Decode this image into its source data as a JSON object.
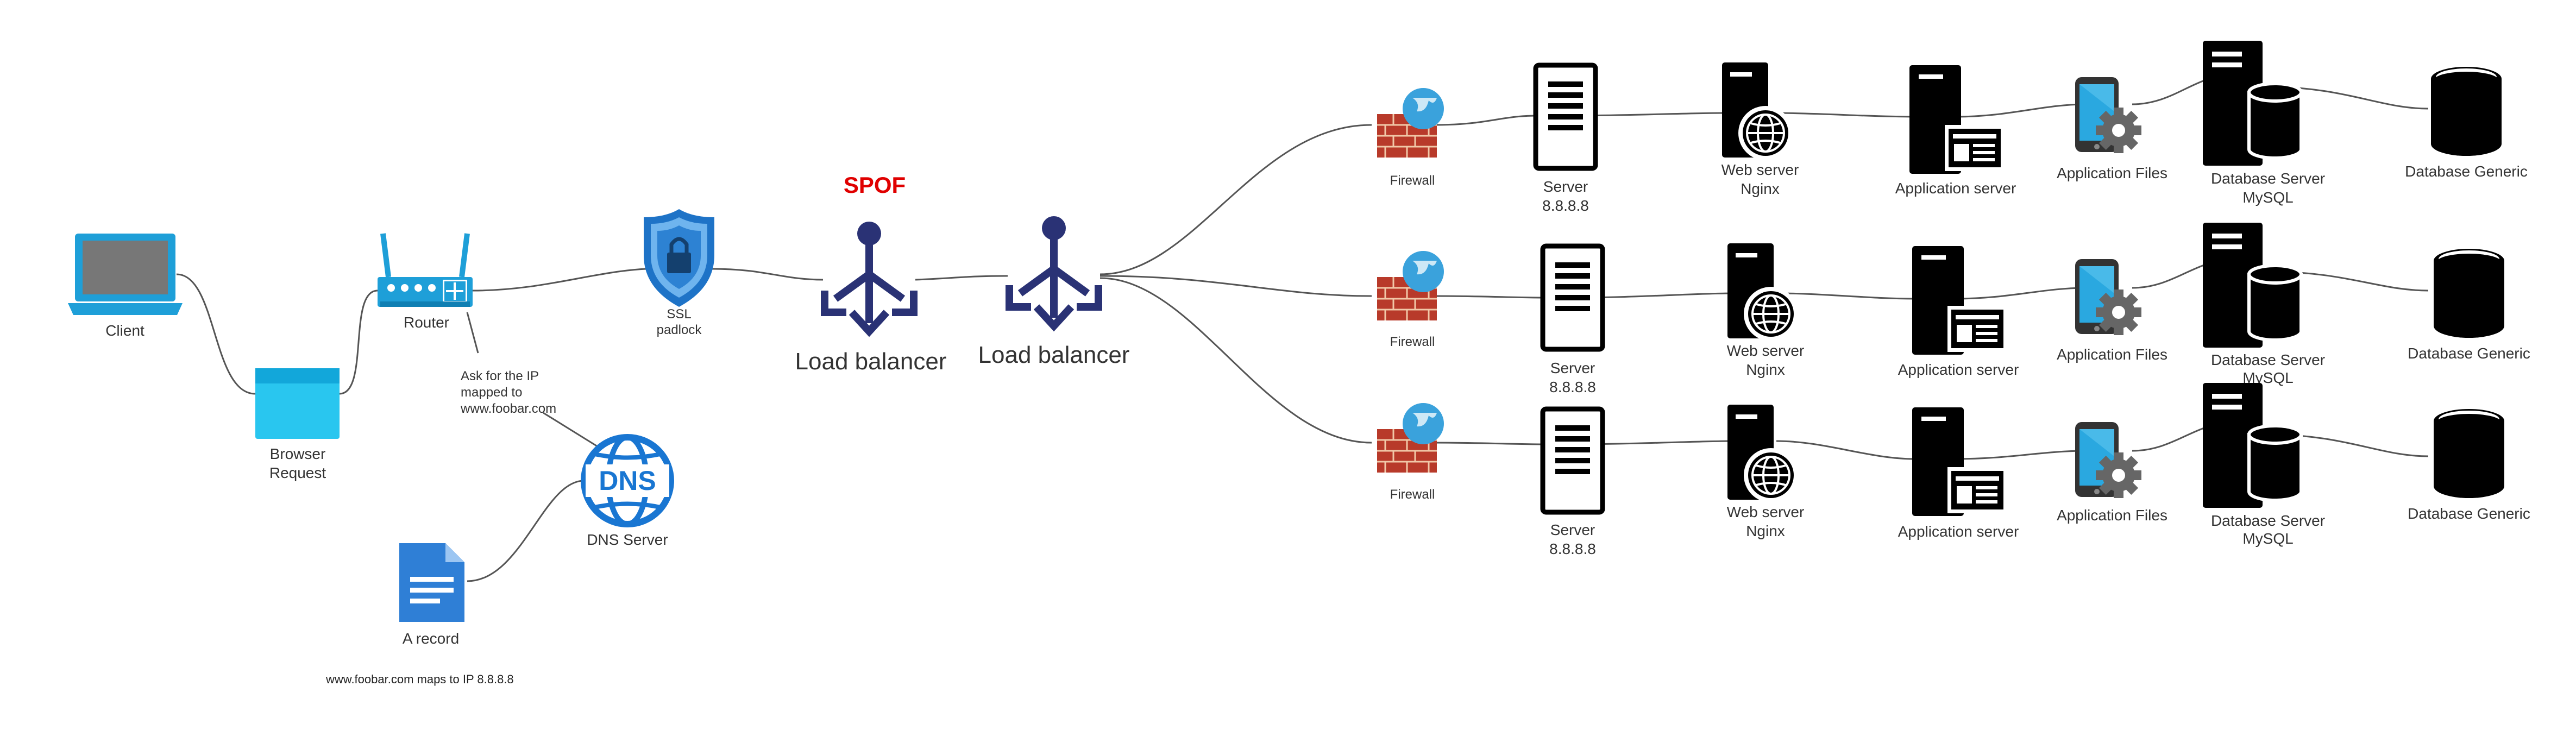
{
  "colors": {
    "connector": "#555555",
    "spof": "#e00000",
    "load_balancer": "#2a3275",
    "server_black": "#000000",
    "azure_blue": "#1fa8e0",
    "dns_blue": "#1976d2",
    "doc_blue": "#2f7fd6"
  },
  "nodes": {
    "client": {
      "label": "Client",
      "icon": "laptop-icon"
    },
    "browser": {
      "label1": "Browser",
      "label2": "Request",
      "icon": "browser-window-icon"
    },
    "router": {
      "label": "Router",
      "icon": "router-icon"
    },
    "ssl": {
      "label1": "SSL",
      "label2": "padlock",
      "icon": "shield-lock-icon"
    },
    "dns": {
      "label": "DNS Server",
      "icon": "dns-globe-icon"
    },
    "arecord": {
      "label": "A record",
      "icon": "document-icon"
    },
    "lb1": {
      "label": "Load balancer",
      "icon": "load-balancer-icon"
    },
    "lb2": {
      "label": "Load balancer",
      "icon": "load-balancer-icon"
    }
  },
  "annotations": {
    "spof": "SPOF",
    "dns_query": [
      "Ask for the IP",
      "mapped to",
      "www.foobar.com"
    ],
    "a_record_note": "www.foobar.com maps to IP 8.8.8.8"
  },
  "tiers": [
    {
      "firewall": "Firewall",
      "server": {
        "name": "Server",
        "ip": "8.8.8.8"
      },
      "web_server": {
        "name": "Web server",
        "software": "Nginx"
      },
      "app_server": "Application server",
      "app_files": "Application Files",
      "db_server": {
        "name": "Database Server",
        "software": "MySQL"
      },
      "db_generic": "Database Generic"
    },
    {
      "firewall": "Firewall",
      "server": {
        "name": "Server",
        "ip": "8.8.8.8"
      },
      "web_server": {
        "name": "Web server",
        "software": "Nginx"
      },
      "app_server": "Application server",
      "app_files": "Application Files",
      "db_server": {
        "name": "Database Server",
        "software": "MySQL"
      },
      "db_generic": "Database Generic"
    },
    {
      "firewall": "Firewall",
      "server": {
        "name": "Server",
        "ip": "8.8.8.8"
      },
      "web_server": {
        "name": "Web server",
        "software": "Nginx"
      },
      "app_server": "Application server",
      "app_files": "Application Files",
      "db_server": {
        "name": "Database Server",
        "software": "MySQL"
      },
      "db_generic": "Database Generic"
    }
  ]
}
